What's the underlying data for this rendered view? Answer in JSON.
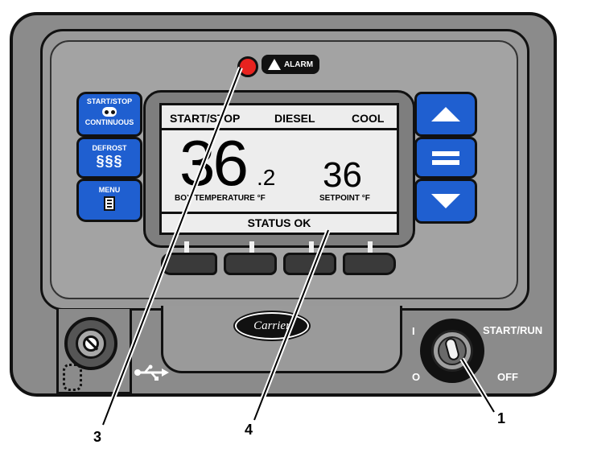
{
  "alarm": {
    "label": "ALARM"
  },
  "left_buttons": {
    "start_stop": {
      "line1": "START/STOP",
      "line2": "CONTINUOUS"
    },
    "defrost": {
      "label": "DEFROST"
    },
    "menu": {
      "label": "MENU"
    }
  },
  "display": {
    "header": {
      "mode": "START/STOP",
      "power": "DIESEL",
      "state": "COOL"
    },
    "box_temp": {
      "whole": "36",
      "decimal": ".2",
      "label": "BOX TEMPERATURE °F"
    },
    "setpoint": {
      "value": "36",
      "label": "SETPOINT °F"
    },
    "status": "STATUS OK"
  },
  "brand": "Carrier",
  "switch": {
    "on_mark": "I",
    "on_label": "START/RUN",
    "off_mark": "O",
    "off_label": "OFF"
  },
  "callouts": {
    "c1": "1",
    "c3": "3",
    "c4": "4"
  },
  "colors": {
    "button_blue": "#1f5fd0",
    "alarm_led": "#e8231f",
    "panel": "#8f8f8f",
    "lcd": "#ededed"
  }
}
